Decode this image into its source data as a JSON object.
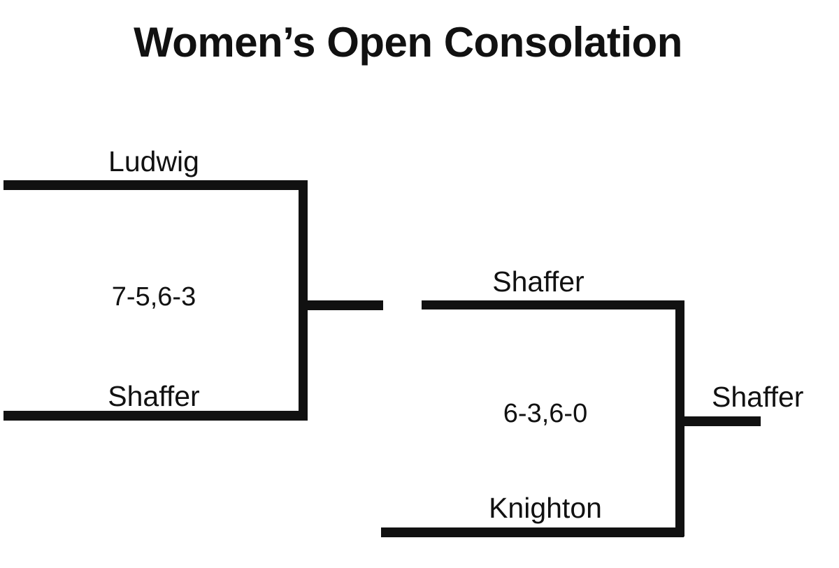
{
  "title": "Women’s Open Consolation",
  "bracket": {
    "round1": {
      "match1": {
        "top_player": "Ludwig",
        "bottom_player": "Shaffer",
        "score": "7-5,6-3",
        "winner": "Shaffer"
      }
    },
    "round2": {
      "match1": {
        "top_player": "Shaffer",
        "bottom_player": "Knighton",
        "score": "6-3,6-0",
        "winner": "Shaffer"
      }
    },
    "champion": "Shaffer"
  },
  "colors": {
    "line": "#111111",
    "background": "#ffffff",
    "text": "#111111"
  }
}
